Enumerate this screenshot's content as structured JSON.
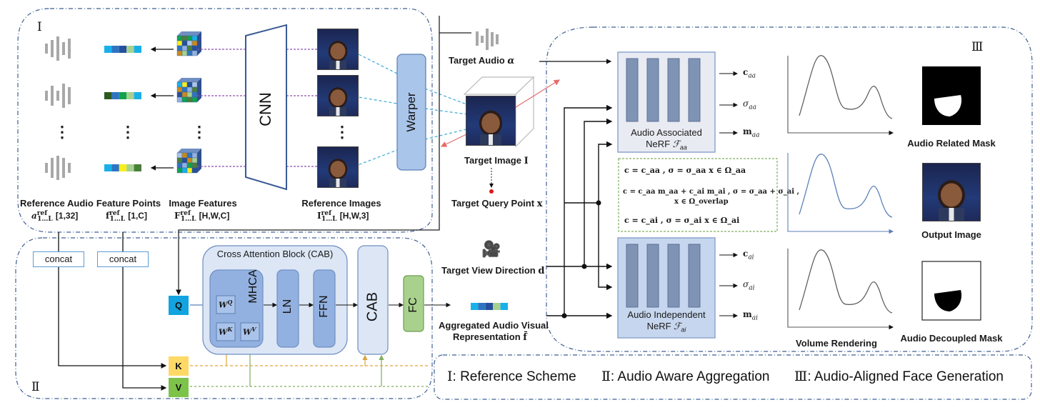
{
  "sections": {
    "section_1": {
      "numeral": "Ⅰ"
    },
    "section_2": {
      "numeral": "Ⅱ"
    },
    "section_3": {
      "numeral": "Ⅲ"
    }
  },
  "reference_scheme": {
    "rows_shown": 3,
    "ellipsis": "⋮",
    "reference_audio": {
      "title": "Reference Audio",
      "symbol": "a",
      "sup": "ref",
      "sub": "1…L",
      "shape": "[1,32]"
    },
    "feature_points": {
      "title": "Feature Points",
      "symbol": "f",
      "sup": "ref",
      "sub": "1…L",
      "shape": "[1,C]"
    },
    "image_features": {
      "title": "Image Features",
      "symbol": "F",
      "sup": "ref",
      "sub": "1…L",
      "shape": "[H,W,C]"
    },
    "cnn_label": "CNN",
    "reference_images": {
      "title": "Reference Images",
      "symbol": "I",
      "sup": "ref",
      "sub": "1…L",
      "shape": "[H,W,3]"
    },
    "warper_label": "Warper",
    "feature_vector_colors": [
      [
        "#19b0ea",
        "#2f74c0",
        "#26509c",
        "#a6d18f",
        "#19b0ea"
      ],
      [
        "#2d5a1e",
        "#2f74c0",
        "#12a14f",
        "#a6d18f",
        "#19b0ea"
      ],
      [
        "#19b0ea",
        "#2f74c0",
        "#f7ee1a",
        "#a6d18f",
        "#4a7f3a"
      ]
    ]
  },
  "targets": {
    "target_audio": {
      "title": "Target Audio",
      "symbol": "α"
    },
    "target_image": {
      "title": "Target Image",
      "symbol": "I"
    },
    "target_query_point": {
      "title": "Target Query Point",
      "symbol": "x"
    },
    "target_view_direction": {
      "title": "Target View Direction",
      "symbol": "d"
    },
    "aggregated": {
      "line1": "Aggregated Audio Visual",
      "line2": "Representation",
      "symbol": "f̄"
    },
    "aggregated_colors": [
      "#19b0ea",
      "#2f74c0",
      "#26509c",
      "#a6d18f",
      "#19b0ea"
    ]
  },
  "audio_aware_aggregation": {
    "concat_1": "concat",
    "concat_2": "concat",
    "q_label": "Q",
    "k_label": "K",
    "v_label": "V",
    "cab_title": "Cross Attention Block (CAB)",
    "mhca_label": "MHCA",
    "wq": "W",
    "wq_sup": "Q",
    "wk": "W",
    "wk_sup": "K",
    "wv": "W",
    "wv_sup": "V",
    "ln_label": "LN",
    "ffn_label": "FFN",
    "cab_label": "CAB",
    "fc_label": "FC"
  },
  "face_generation": {
    "nerf_aa": {
      "line1": "Audio Associated",
      "line2": "NeRF",
      "symbol": "ℱ",
      "sub": "aa"
    },
    "nerf_ai": {
      "line1": "Audio Independent",
      "line2": "NeRF",
      "symbol": "ℱ",
      "sub": "ai"
    },
    "outputs_aa": [
      {
        "sym": "c",
        "sub": "aa"
      },
      {
        "sym": "σ",
        "sub": "aa"
      },
      {
        "sym": "m",
        "sub": "aa"
      }
    ],
    "outputs_ai": [
      {
        "sym": "c",
        "sub": "ai"
      },
      {
        "sym": "σ",
        "sub": "ai"
      },
      {
        "sym": "m",
        "sub": "ai"
      }
    ],
    "equations": {
      "eq1": "c =  c_aa , σ = σ_aa     x ∈ Ω_aa",
      "eq2a": "c = c_aa m_aa + c_ai m_ai , σ = σ_aa + σ_ai ,",
      "eq2b": "x ∈ Ω_overlap",
      "eq3": "c =  c_ai , σ = σ_ai     x ∈ Ω_ai"
    },
    "volume_rendering_label": "Volume Rendering",
    "audio_related_mask": "Audio Related Mask",
    "output_image": "Output Image",
    "audio_decoupled_mask": "Audio Decoupled Mask"
  },
  "legend": {
    "item1": {
      "numeral": "Ⅰ",
      "text": ": Reference Scheme"
    },
    "item2": {
      "numeral": "Ⅱ",
      "text": ": Audio Aware Aggregation"
    },
    "item3": {
      "numeral": "Ⅲ",
      "text": ": Audio-Aligned Face Generation"
    }
  },
  "colors": {
    "section_border": "#3f5f95",
    "block_blue": "#a9c5ea",
    "block_dark": "#7f9cce",
    "nerf_bar": "#7f93b5",
    "q_color": "#12a4e0",
    "k_color": "#ffd966",
    "v_color": "#7dc349",
    "fc_color": "#a9d18e",
    "curve_blue": "#5b80b8",
    "curve_gray": "#555555"
  }
}
